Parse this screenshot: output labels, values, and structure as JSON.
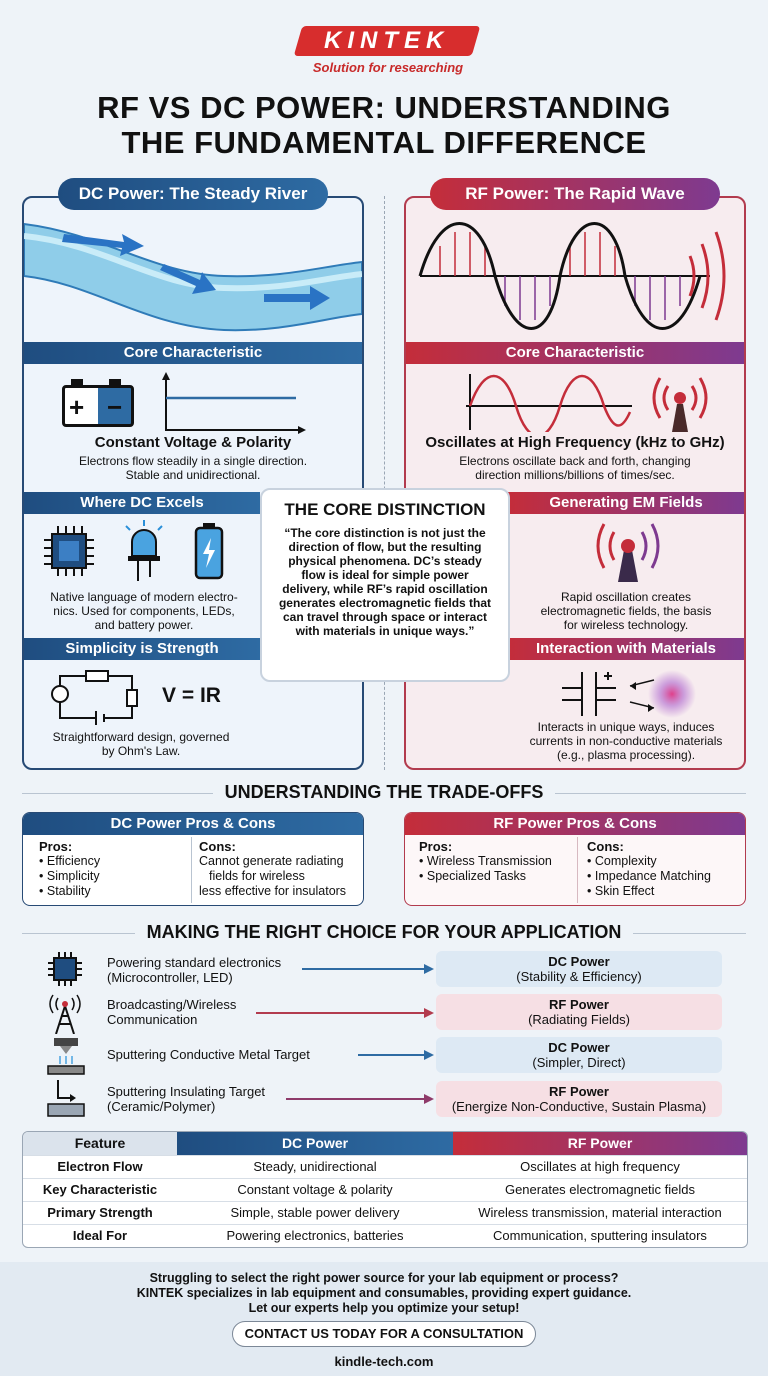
{
  "brand": {
    "logo": "KINTEK",
    "tagline": "Solution for researching"
  },
  "title_line1": "RF VS DC POWER: UNDERSTANDING",
  "title_line2": "THE FUNDAMENTAL DIFFERENCE",
  "dc": {
    "header": "DC Power: The Steady River",
    "core_bar": "Core Characteristic",
    "core_title": "Constant Voltage & Polarity",
    "core_text1": "Electrons flow steadily in a single direction.",
    "core_text2": "Stable and unidirectional.",
    "excels_bar": "Where DC Excels",
    "excels_text1": "Native language of modern electro-",
    "excels_text2": "nics. Used for components, LEDs,",
    "excels_text3": "and battery power.",
    "simple_bar": "Simplicity is Strength",
    "formula": "V = IR",
    "simple_text1": "Straightforward design, governed",
    "simple_text2": "by Ohm's Law.",
    "battery_plus": "+",
    "battery_minus": "−"
  },
  "rf": {
    "header": "RF Power: The Rapid Wave",
    "core_bar": "Core Characteristic",
    "core_title": "Oscillates at High Frequency (kHz to GHz)",
    "core_text1": "Electrons oscillate back and forth, changing",
    "core_text2": "direction millions/billions of times/sec.",
    "em_bar": "Generating EM Fields",
    "em_text1": "Rapid oscillation creates",
    "em_text2": "electromagnetic fields, the basis",
    "em_text3": "for wireless technology.",
    "mat_bar": "Interaction with Materials",
    "mat_text1": "Interacts in unique ways, induces",
    "mat_text2": "currents in non-conductive materials",
    "mat_text3": "(e.g., plasma processing)."
  },
  "core": {
    "title": "THE CORE DISTINCTION",
    "quote": "“The core distinction is not just the direction of flow, but the resulting physical phenomena. DC’s steady flow is ideal for simple power delivery, while RF’s rapid oscillation generates electromagnetic fields that can travel through space or interact with materials in unique ways.”"
  },
  "tradeoffs": {
    "heading": "UNDERSTANDING THE TRADE-OFFS",
    "dc": {
      "header": "DC Power Pros & Cons",
      "pros_label": "Pros:",
      "pros": [
        "Efficiency",
        "Simplicity",
        "Stability"
      ],
      "cons_label": "Cons:",
      "cons1": "Cannot generate radiating",
      "cons1b": "fields for wireless",
      "cons2": "less effective for insulators"
    },
    "rf": {
      "header": "RF Power Pros & Cons",
      "pros_label": "Pros:",
      "pros": [
        "Wireless Transmission",
        "Specialized Tasks"
      ],
      "cons_label": "Cons:",
      "cons": [
        "Complexity",
        "Impedance Matching",
        "Skin Effect"
      ]
    }
  },
  "choice": {
    "heading": "MAKING THE RIGHT CHOICE FOR YOUR APPLICATION",
    "rows": [
      {
        "l1": "Powering standard electronics",
        "l2": "(Microcontroller, LED)",
        "r1": "DC Power",
        "r2": "(Stability & Efficiency)"
      },
      {
        "l1": "Broadcasting/Wireless",
        "l2": "Communication",
        "r1": "RF Power",
        "r2": "(Radiating Fields)"
      },
      {
        "l1": "Sputtering Conductive Metal Target",
        "l2": "",
        "r1": "DC Power",
        "r2": "(Simpler, Direct)"
      },
      {
        "l1": "Sputtering Insulating Target",
        "l2": "(Ceramic/Polymer)",
        "r1": "RF Power",
        "r2": "(Energize Non-Conductive, Sustain Plasma)"
      }
    ]
  },
  "table": {
    "headers": [
      "Feature",
      "DC Power",
      "RF Power"
    ],
    "rows": [
      [
        "Electron Flow",
        "Steady, unidirectional",
        "Oscillates at high frequency"
      ],
      [
        "Key Characteristic",
        "Constant voltage & polarity",
        "Generates electromagnetic fields"
      ],
      [
        "Primary Strength",
        "Simple, stable power delivery",
        "Wireless transmission, material interaction"
      ],
      [
        "Ideal For",
        "Powering electronics, batteries",
        "Communication, sputtering insulators"
      ]
    ]
  },
  "footer": {
    "line1": "Struggling to select the right power source for your lab equipment or process?",
    "line2": "KINTEK specializes in lab equipment and consumables, providing expert guidance.",
    "line3": "Let our experts help you optimize your setup!",
    "cta": "CONTACT US TODAY FOR A CONSULTATION",
    "url": "kindle-tech.com"
  },
  "colors": {
    "dc_blue": "#1f4d80",
    "rf_red": "#c42d3a",
    "rf_purple": "#7e3a90",
    "brand_red": "#d72d2d"
  }
}
